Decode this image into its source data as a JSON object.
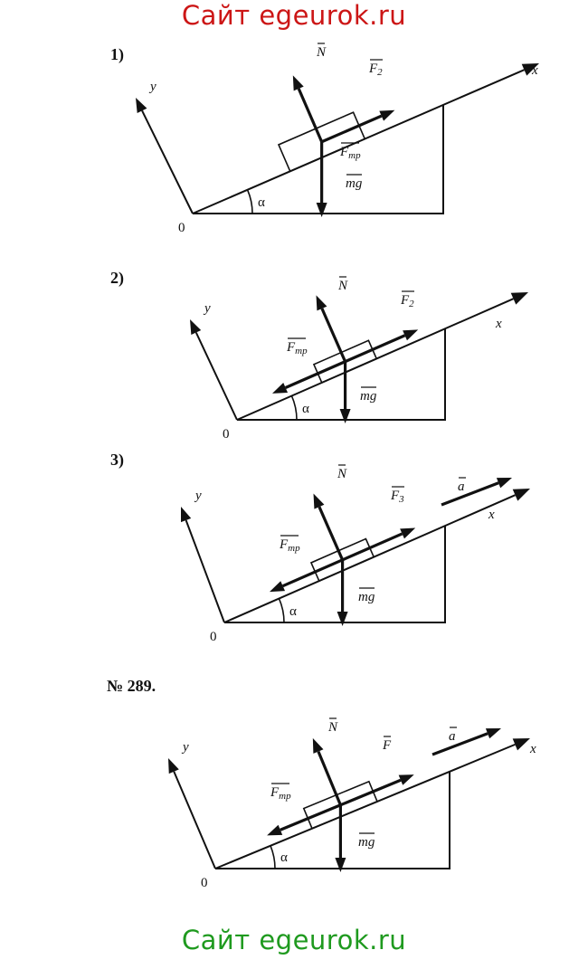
{
  "banner_top": "Сайт egeurok.ru",
  "banner_bottom": "Сайт egeurok.ru",
  "problem_number": "№ 289.",
  "colors": {
    "banner_top": "#cc1616",
    "banner_bottom": "#1f9a1f",
    "ink": "#111111"
  },
  "diagrams": [
    {
      "index_label": "1)",
      "force_along": "F",
      "force_along_sub": "2",
      "friction": "F",
      "friction_sub": "mp",
      "normal": "N",
      "gravity": "mg",
      "angle": "α",
      "origin": "0",
      "x_axis": "x",
      "y_axis": "y"
    },
    {
      "index_label": "2)",
      "force_along": "F",
      "force_along_sub": "2",
      "friction": "F",
      "friction_sub": "mp",
      "normal": "N",
      "gravity": "mg",
      "angle": "α",
      "origin": "0",
      "x_axis": "x",
      "y_axis": "y"
    },
    {
      "index_label": "3)",
      "force_along": "F",
      "force_along_sub": "3",
      "friction": "F",
      "friction_sub": "mp",
      "normal": "N",
      "gravity": "mg",
      "angle": "α",
      "origin": "0",
      "x_axis": "x",
      "y_axis": "y",
      "acceleration": "a"
    },
    {
      "index_label": "",
      "force_along": "F",
      "force_along_sub": "",
      "friction": "F",
      "friction_sub": "mp",
      "normal": "N",
      "gravity": "mg",
      "angle": "α",
      "origin": "0",
      "x_axis": "x",
      "y_axis": "y",
      "acceleration": "a"
    }
  ]
}
